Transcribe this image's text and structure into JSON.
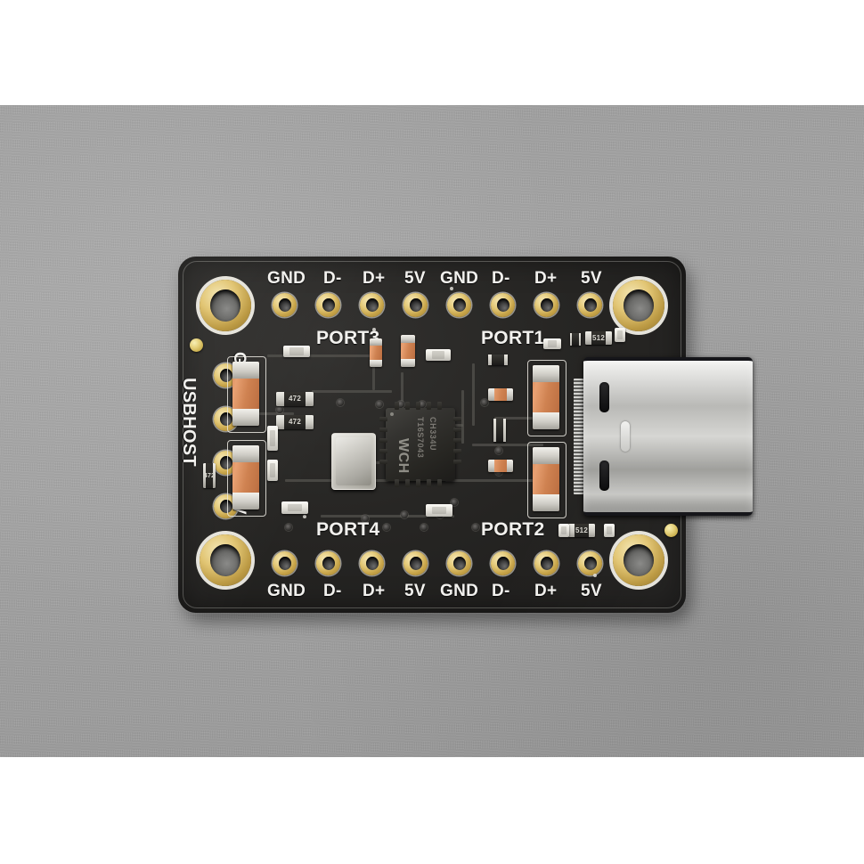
{
  "scene": {
    "subject": "USB Type-C 4-port USB 2.0 hub breakout board (Adafruit style)",
    "background_color": "#a5a5a5",
    "letterbox_color": "#ffffff",
    "board_color": "#272624"
  },
  "board": {
    "silkscreen": {
      "host_label": "USBHOST",
      "host_pins": [
        "GND",
        "D-",
        "D+",
        "5V"
      ],
      "top_left_port": "PORT3",
      "top_right_port": "PORT1",
      "bottom_left_port": "PORT4",
      "bottom_right_port": "PORT2",
      "top_row_pins": [
        "GND",
        "D-",
        "D+",
        "5V",
        "GND",
        "D-",
        "D+",
        "5V"
      ],
      "bottom_row_pins": [
        "GND",
        "D-",
        "D+",
        "5V",
        "GND",
        "D-",
        "D+",
        "5V"
      ]
    },
    "components": {
      "hub_ic": {
        "part_line1": "CH334U",
        "part_line2": "T16S7043",
        "logo": "WCH"
      },
      "resistors": [
        {
          "marking": "472"
        },
        {
          "marking": "472"
        },
        {
          "marking": "472"
        }
      ],
      "smd_markings": [
        "512",
        "512"
      ],
      "crystal": "crystal-oscillator",
      "connector": "usb-type-c-receptacle"
    },
    "colors": {
      "pad_gold": "#e3c877",
      "capacitor_orange": "#cf8251",
      "silk_white": "#f2f1ee",
      "connector_silver": "#d6d6d3"
    }
  }
}
